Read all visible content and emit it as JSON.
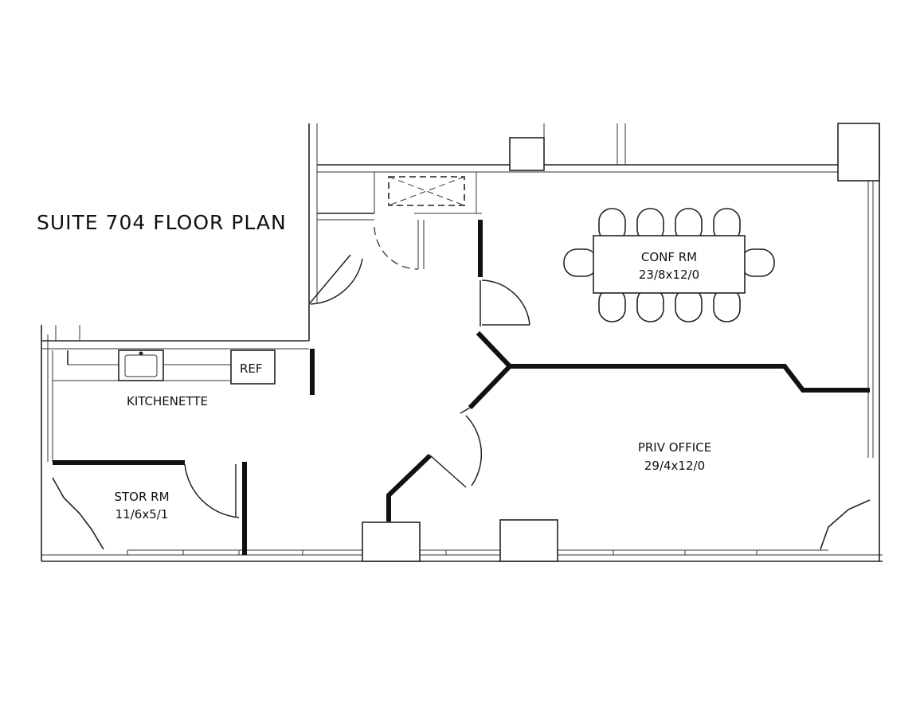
{
  "plan": {
    "title": "SUITE 704 FLOOR PLAN",
    "rooms": {
      "conference": {
        "name": "CONF RM",
        "size": "23/8x12/0"
      },
      "private_office": {
        "name": "PRIV OFFICE",
        "size": "29/4x12/0"
      },
      "kitchenette": {
        "name": "KITCHENETTE"
      },
      "refrigerator": {
        "name": "REF"
      },
      "storage": {
        "name": "STOR RM",
        "size": "11/6x5/1"
      }
    }
  }
}
